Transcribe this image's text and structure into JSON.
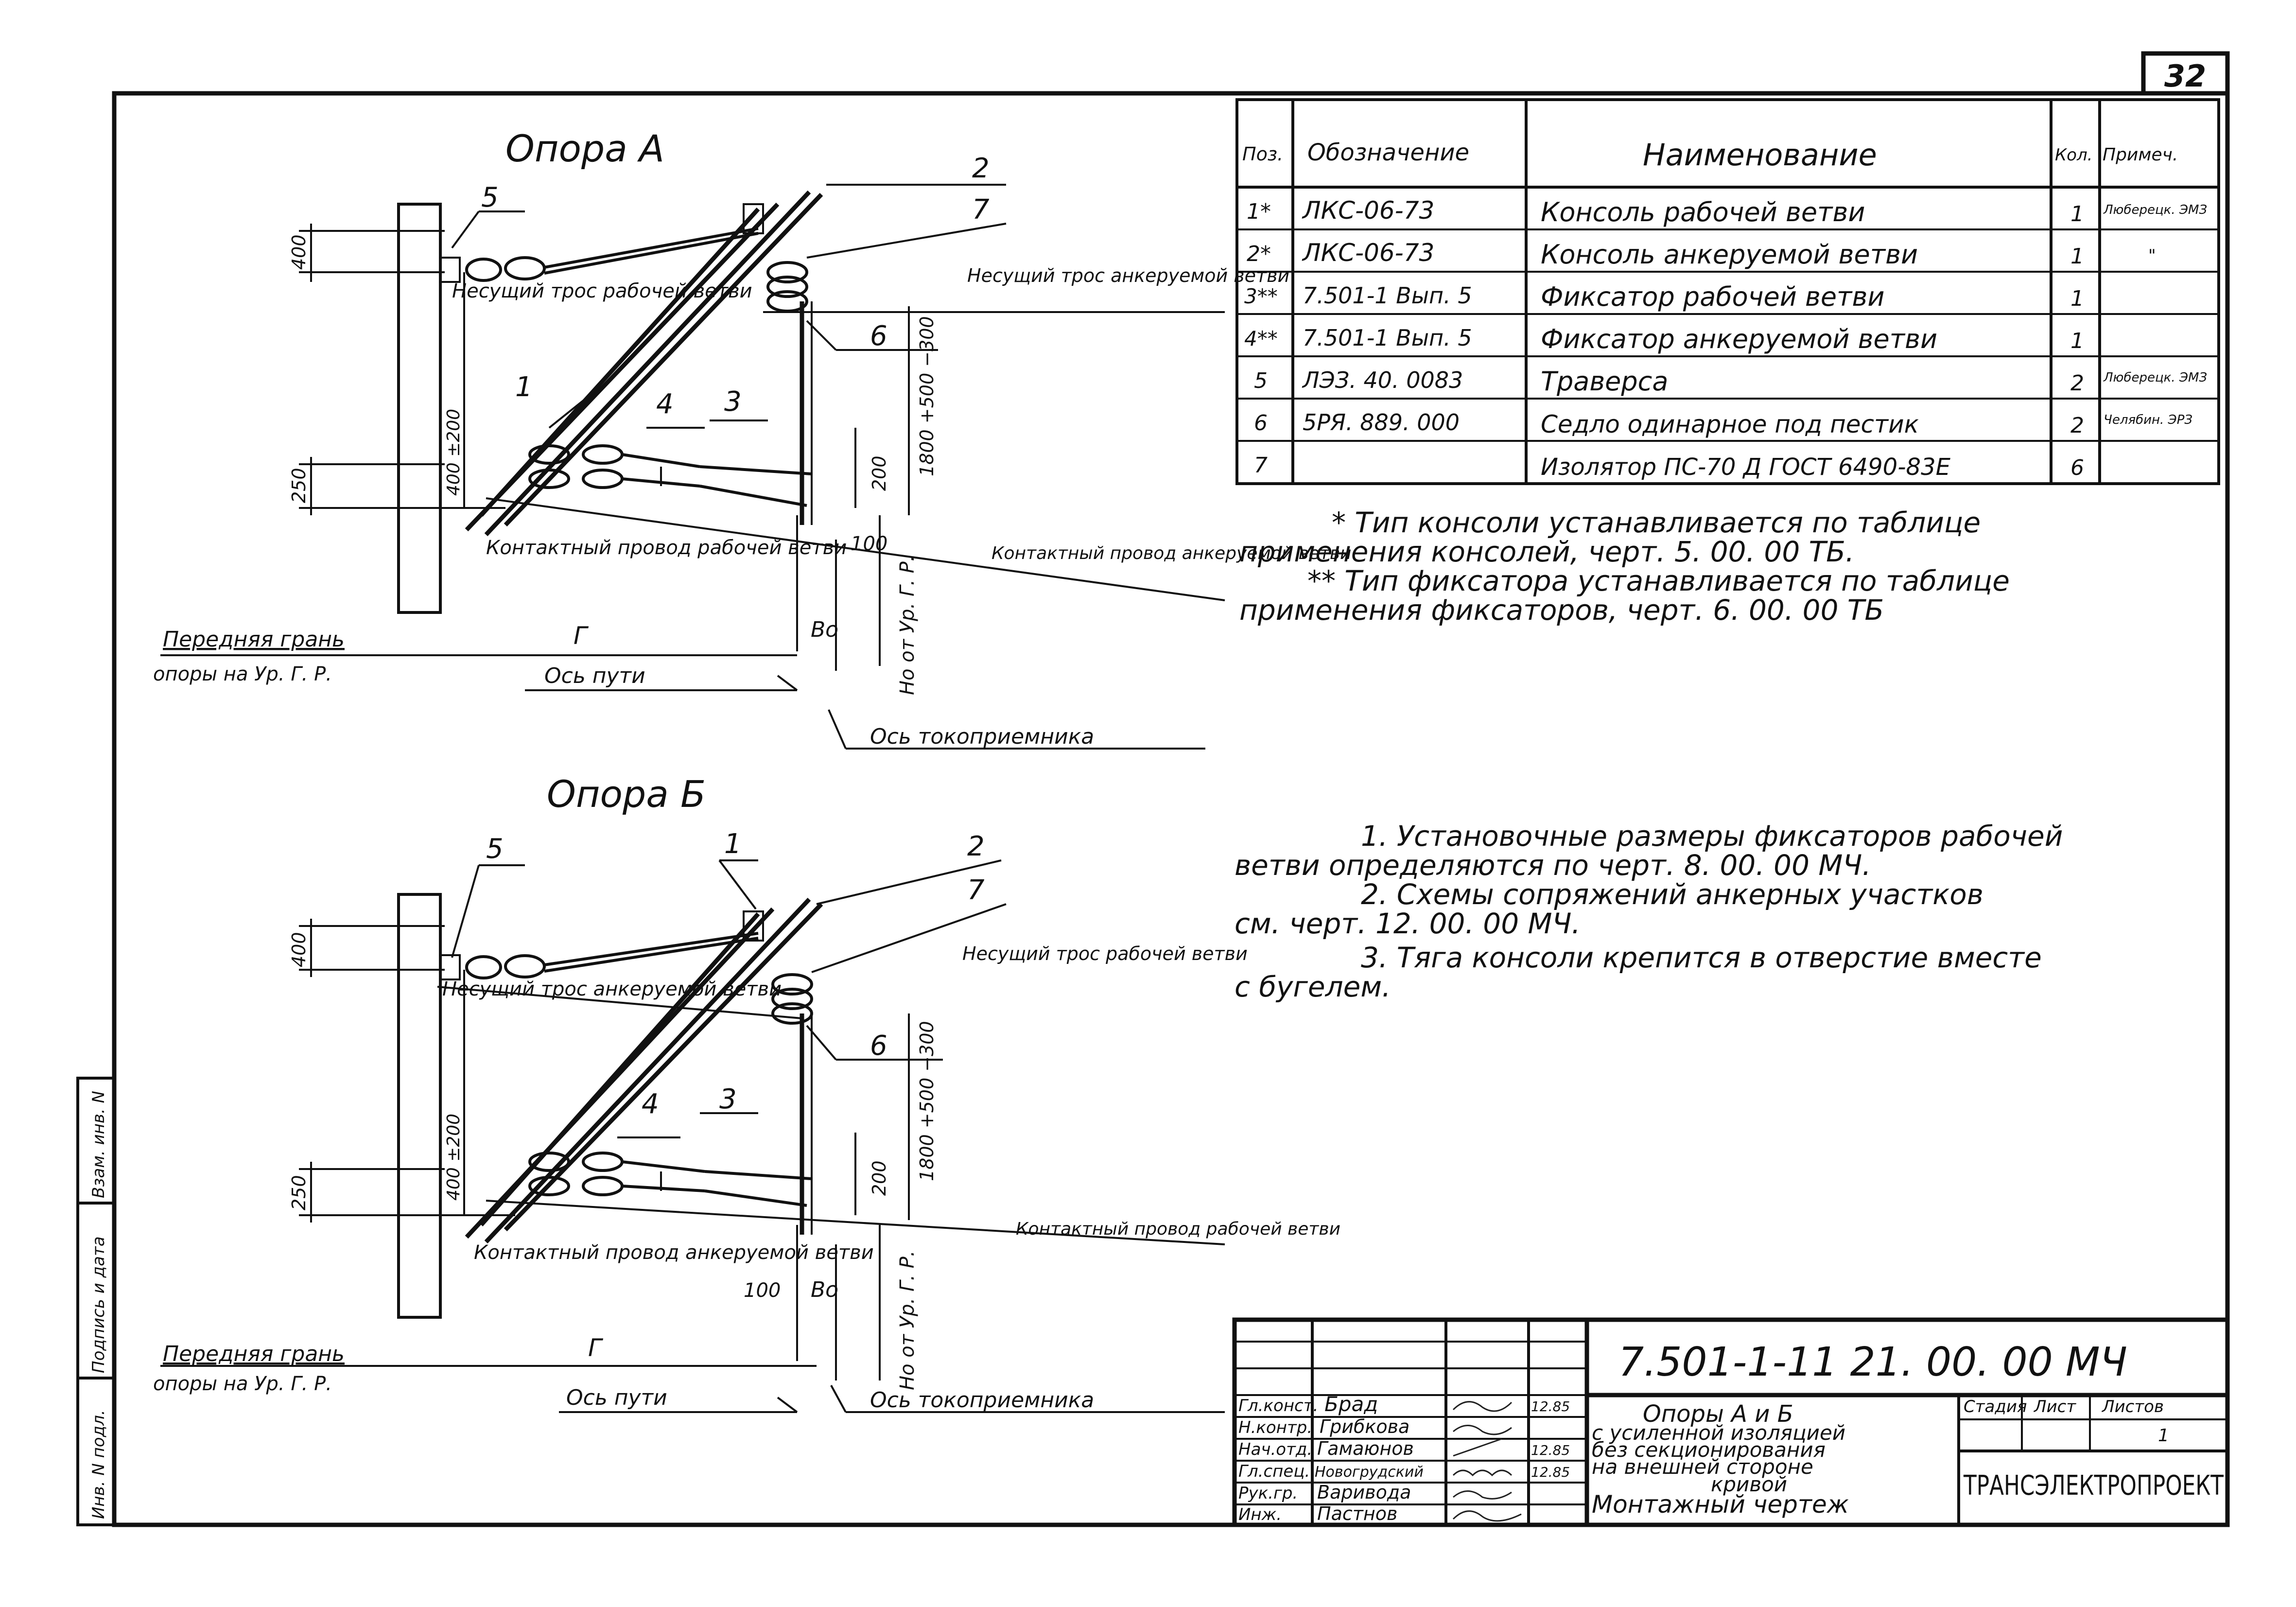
{
  "sheet_number": "32",
  "support_a": {
    "title": "Опора А",
    "callouts": [
      "5",
      "2",
      "7",
      "6",
      "1",
      "4",
      "3"
    ],
    "dims": {
      "d400": "400",
      "d250": "250",
      "d400_200": "400 ±200",
      "d200": "200",
      "d1800": "1800 +500 −300",
      "d100": "100",
      "bo": "Во",
      "g": "Г"
    },
    "labels": {
      "messenger_working": "Несущий трос рабочей ветви",
      "messenger_anchored": "Несущий трос анкеруемой ветви",
      "contact_working": "Контактный провод рабочей ветви",
      "contact_anchored": "Контактный провод анкеруемой ветви",
      "front_face_1": "Передняя грань",
      "front_face_2": "опоры на Ур. Г. Р.",
      "track_axis": "Ось пути",
      "pantograph_axis": "Ось токоприемника",
      "ho": "Но от Ур. Г. Р."
    }
  },
  "support_b": {
    "title": "Опора Б",
    "callouts": [
      "5",
      "1",
      "2",
      "7",
      "6",
      "4",
      "3"
    ],
    "dims": {
      "d400": "400",
      "d250": "250",
      "d400_200": "400 ±200",
      "d200": "200",
      "d1800": "1800 +500 −300",
      "d100": "100",
      "bo": "Во",
      "g": "Г"
    },
    "labels": {
      "messenger_anchored": "Несущий трос анкеруемой ветви",
      "messenger_working": "Несущий трос рабочей ветви",
      "contact_anchored": "Контактный провод анкеруемой ветви",
      "contact_working": "Контактный провод рабочей ветви",
      "front_face_1": "Передняя грань",
      "front_face_2": "опоры на Ур. Г. Р.",
      "track_axis": "Ось пути",
      "pantograph_axis": "Ось токоприемника",
      "ho": "Но от Ур. Г. Р."
    }
  },
  "spec_table": {
    "headers": [
      "Поз.",
      "Обозначение",
      "Наименование",
      "Кол.",
      "Примеч."
    ],
    "rows": [
      {
        "pos": "1*",
        "designation": "ЛКС-06-73",
        "name": "Консоль рабочей ветви",
        "qty": "1",
        "note": "Люберецк. ЭМЗ"
      },
      {
        "pos": "2*",
        "designation": "ЛКС-06-73",
        "name": "Консоль анкеруемой ветви",
        "qty": "1",
        "note": "\""
      },
      {
        "pos": "3**",
        "designation": "7.501-1 Вып. 5",
        "name": "Фиксатор рабочей ветви",
        "qty": "1",
        "note": ""
      },
      {
        "pos": "4**",
        "designation": "7.501-1 Вып. 5",
        "name": "Фиксатор анкеруемой ветви",
        "qty": "1",
        "note": ""
      },
      {
        "pos": "5",
        "designation": "ЛЭЗ. 40. 0083",
        "name": "Траверса",
        "qty": "2",
        "note": "Люберецк. ЭМЗ"
      },
      {
        "pos": "6",
        "designation": "5РЯ. 889. 000",
        "name": "Седло одинарное под пестик",
        "qty": "2",
        "note": "Челябин. ЭРЗ"
      },
      {
        "pos": "7",
        "designation": "",
        "name": "Изолятор ПС-70 Д ГОСТ 6490-83Е",
        "qty": "6",
        "note": ""
      }
    ]
  },
  "footnotes": [
    "* Тип консоли устанавливается по таблице",
    "применения консолей, черт. 5. 00. 00 ТБ.",
    "** Тип фиксатора устанавливается по таблице",
    "применения фиксаторов, черт. 6. 00. 00 ТБ"
  ],
  "notes": [
    "1. Установочные размеры фиксаторов рабочей",
    "ветви определяются по черт. 8. 00. 00 МЧ.",
    "2. Схемы сопряжений анкерных участков",
    "см. черт. 12. 00. 00 МЧ.",
    "3. Тяга консоли крепится в отверстие вместе",
    "с бугелем."
  ],
  "title_block": {
    "code": "7.501-1-11      21. 00. 00 МЧ",
    "title_lines": [
      "Опоры А и Б",
      "с усиленной изоляцией",
      "без секционирования",
      "на внешней стороне",
      "кривой",
      "Монтажный чертеж"
    ],
    "stage_header": "Стадия",
    "sheet_header": "Лист",
    "sheets_header": "Листов",
    "sheets_count": "1",
    "org": "ТРАНСЭЛЕКТРОПРОЕКТ",
    "signatures": [
      {
        "role": "Гл.конст.",
        "name": "Брад",
        "date": "12.85"
      },
      {
        "role": "Н.контр.",
        "name": "Грибкова",
        "date": ""
      },
      {
        "role": "Нач.отд.",
        "name": "Гамаюнов",
        "date": "12.85"
      },
      {
        "role": "Гл.спец.",
        "name": "Новогрудский",
        "date": "12.85"
      },
      {
        "role": "Рук.гр.",
        "name": "Варивода",
        "date": ""
      },
      {
        "role": "Инж.",
        "name": "Пастнов",
        "date": ""
      }
    ]
  },
  "side_stamp": [
    "Инв. N подл.",
    "Подпись и дата",
    "Взам. инв. N"
  ]
}
